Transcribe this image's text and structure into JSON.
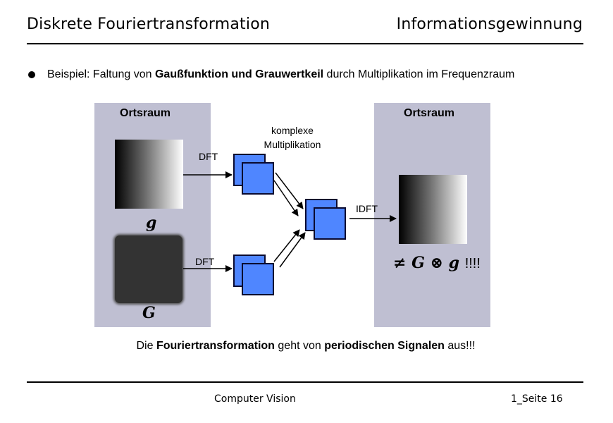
{
  "header": {
    "left_title": "Diskrete Fouriertransformation",
    "right_title": "Informationsgewinnung"
  },
  "bullet": {
    "prefix": "Beispiel: Faltung von ",
    "bold": "Gaußfunktion und Grauwertkeil",
    "suffix": " durch Multiplikation im Frequenzraum"
  },
  "diagram": {
    "left_panel_title": "Ortsraum",
    "right_panel_title": "Ortsraum",
    "label_g": "g",
    "label_G": "G",
    "label_dft_top": "DFT",
    "label_dft_bottom": "DFT",
    "label_complex_line1": "komplexe",
    "label_complex_line2": "Multiplikation",
    "label_idft": "IDFT",
    "result_symbol": "≠ G ⊗ g",
    "result_exclaim": "!!!!"
  },
  "conclusion": {
    "prefix": "Die ",
    "bold1": "Fouriertransformation",
    "middle": " geht von ",
    "bold2": "periodischen Signalen",
    "suffix": " aus!!!"
  },
  "footer": {
    "course": "Computer Vision",
    "page": "1_Seite 16"
  }
}
